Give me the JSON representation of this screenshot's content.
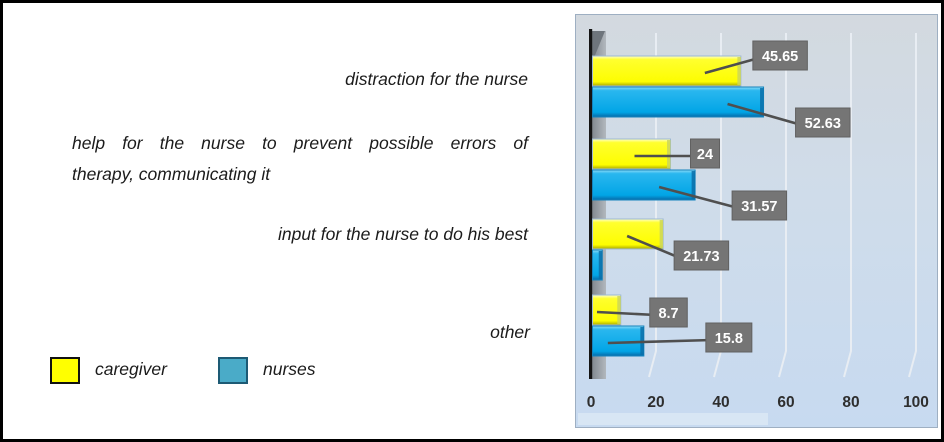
{
  "figure": {
    "background": "#ffffff",
    "border_color": "#000000"
  },
  "category_display": [
    {
      "lines": [
        "distraction for the nurse"
      ]
    },
    {
      "lines": [
        "help for the nurse to prevent possible errors of",
        "therapy, communicating it"
      ]
    },
    {
      "lines": [
        "input for the nurse to do his best"
      ]
    },
    {
      "lines": [
        "other"
      ]
    }
  ],
  "legend": {
    "items": [
      {
        "label": "caregiver",
        "color": "#ffff00"
      },
      {
        "label": "nurses",
        "color": "#4aabc8"
      }
    ]
  },
  "chart_data": {
    "type": "bar",
    "orientation": "horizontal",
    "title": "",
    "categories": [
      "distraction for the nurse",
      "help for the nurse to prevent possible errors of therapy, communicating it",
      "input for the nurse to do his best",
      "other"
    ],
    "series": [
      {
        "name": "caregiver",
        "color": "#ffff00",
        "values": [
          45.65,
          24,
          21.73,
          8.7
        ],
        "data_labels": [
          "45.65",
          "24",
          "21.73",
          "8.7"
        ]
      },
      {
        "name": "nurses",
        "color": "#00a9e8",
        "values": [
          52.63,
          31.57,
          3,
          15.8
        ],
        "data_labels": [
          "52.63",
          "31.57",
          "",
          "15.8"
        ]
      }
    ],
    "xlim": [
      0,
      100
    ],
    "xticks": [
      "0",
      "20",
      "40",
      "60",
      "80",
      "100"
    ],
    "grid": true,
    "legend_position": "bottom-left",
    "data_label_box": {
      "bg": "#757575",
      "text_color": "#ffffff"
    },
    "plot_bg": "#cbdcef",
    "axis_color": "#141414"
  }
}
